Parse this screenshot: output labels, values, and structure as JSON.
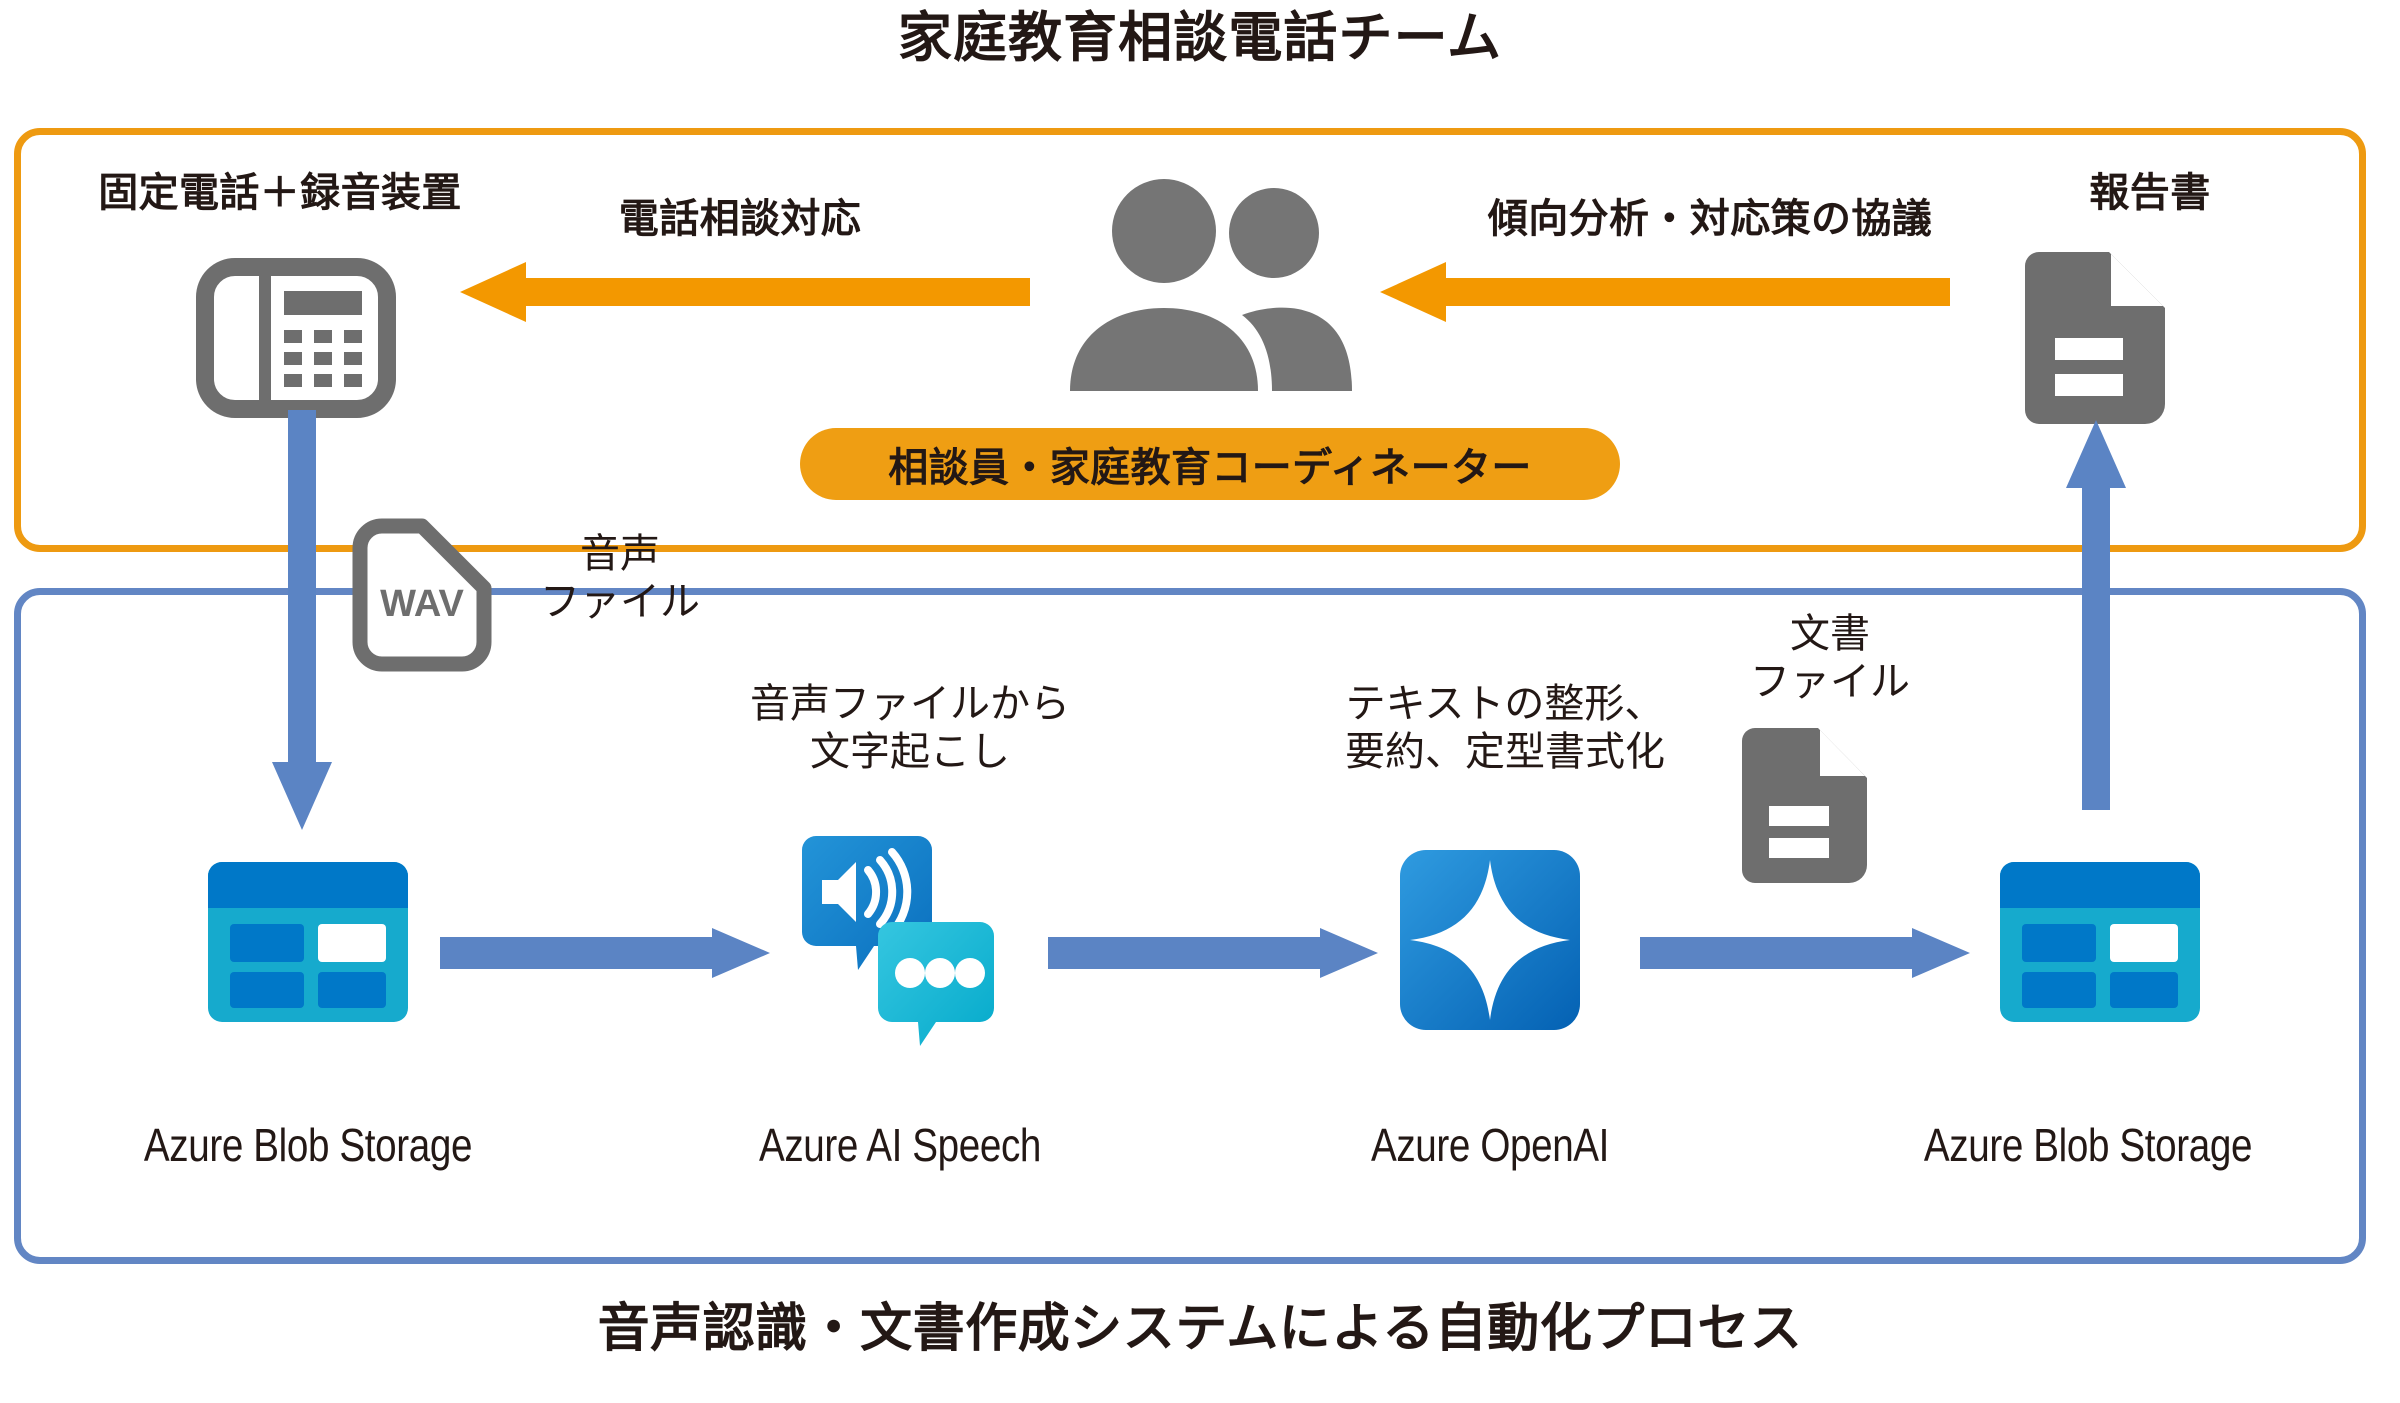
{
  "titles": {
    "top": "家庭教育相談電話チーム",
    "bottom": "音声認識・文書作成システムによる自動化プロセス"
  },
  "colors": {
    "team_box_border": "#EE9A11",
    "system_box_border": "#6286C4",
    "orange_arrow": "#F39800",
    "blue_arrow": "#5B84C4",
    "badge_background": "#EF9E13",
    "icon_gray": "#757575",
    "azure_blue": "#0078C8",
    "azure_cyan": "#16AACD",
    "text": "#231815"
  },
  "team_section": {
    "phone": {
      "label": "固定電話＋録音装置",
      "icon": "desk-phone-icon"
    },
    "consult_arrow": {
      "label": "電話相談対応",
      "direction": "left",
      "color": "#F39800"
    },
    "people": {
      "icon": "two-people-icon"
    },
    "analysis_arrow": {
      "label": "傾向分析・対応策の協議",
      "direction": "left",
      "color": "#F39800"
    },
    "report": {
      "label": "報告書",
      "icon": "document-icon"
    },
    "badge": {
      "label": "相談員・家庭教育コーディネーター"
    }
  },
  "transfer": {
    "wav_file": {
      "icon": "wav-file-icon",
      "icon_text": "WAV",
      "label": "音声\nファイル"
    },
    "doc_file": {
      "icon": "document-icon",
      "label": "文書\nファイル"
    }
  },
  "system_section": {
    "step_labels": {
      "transcribe": "音声ファイルから\n文字起こし",
      "format": "テキストの整形、\n要約、定型書式化"
    },
    "services": [
      {
        "name": "Azure Blob Storage",
        "icon": "azure-blob-storage-icon"
      },
      {
        "name": "Azure AI Speech",
        "icon": "azure-ai-speech-icon"
      },
      {
        "name": "Azure OpenAI",
        "icon": "azure-openai-icon"
      },
      {
        "name": "Azure Blob Storage",
        "icon": "azure-blob-storage-icon"
      }
    ]
  }
}
